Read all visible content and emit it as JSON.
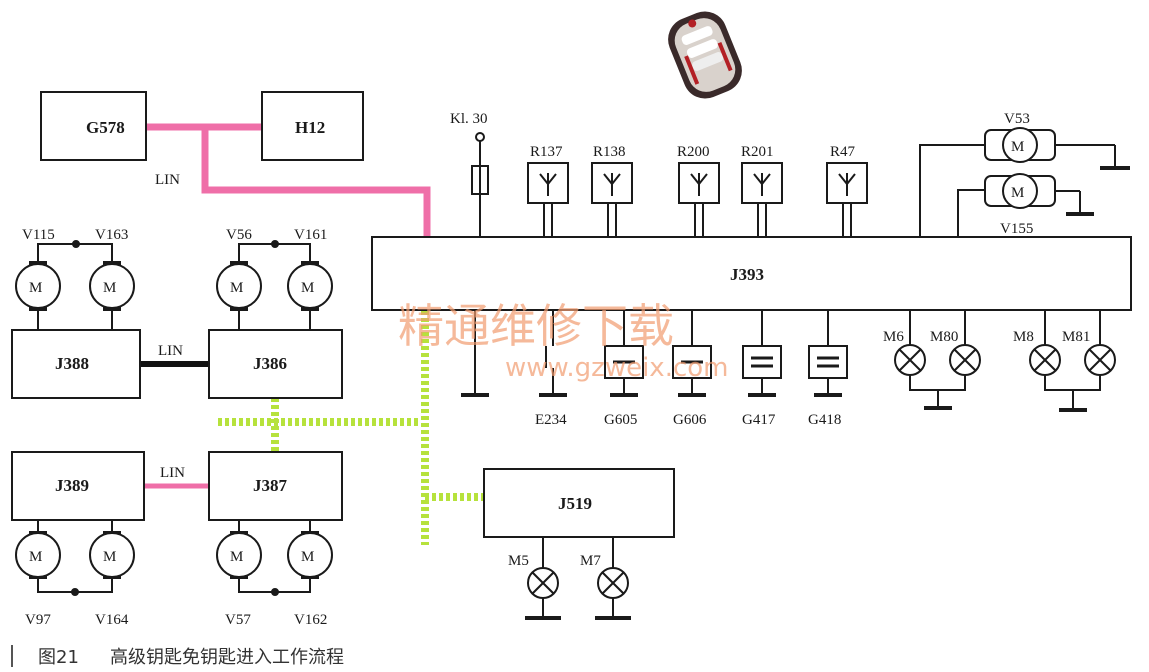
{
  "colors": {
    "lin_pink": "#ef6fa8",
    "can_green": "#b6e23c",
    "line": "#1a1a1a",
    "key_red": "#b32025"
  },
  "boxes": {
    "g578": "G578",
    "h12": "H12",
    "j393": "J393",
    "j388": "J388",
    "j386": "J386",
    "j389": "J389",
    "j387": "J387",
    "j519": "J519"
  },
  "bus_labels": {
    "lin_top": "LIN",
    "lin_mid": "LIN",
    "lin_low": "LIN"
  },
  "supply": "Kl. 30",
  "antennas": [
    "R137",
    "R138",
    "R200",
    "R201",
    "R47"
  ],
  "motors": {
    "v115": "V115",
    "v163": "V163",
    "v56": "V56",
    "v161": "V161",
    "v97": "V97",
    "v164": "V164",
    "v57": "V57",
    "v162": "V162",
    "v53": "V53",
    "v155": "V155",
    "m": "M"
  },
  "sensors": [
    "E234",
    "G605",
    "G606",
    "G417",
    "G418"
  ],
  "lamps": {
    "m6": "M6",
    "m80": "M80",
    "m8": "M8",
    "m81": "M81",
    "m5": "M5",
    "m7": "M7"
  },
  "watermark": {
    "cn": "精通维修下载",
    "url": "www.gzweix.com"
  },
  "caption": {
    "fig": "图21",
    "title": "高级钥匙免钥匙进入工作流程"
  },
  "icons": [
    "car-key-icon"
  ]
}
